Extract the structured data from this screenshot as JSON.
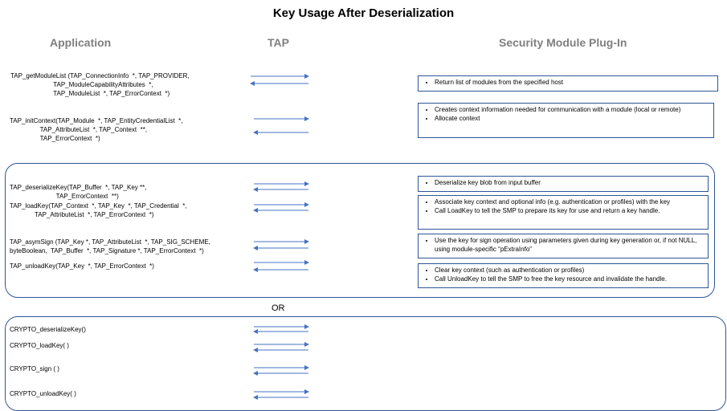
{
  "title": "Key Usage After Deserialization",
  "columns": {
    "application": "Application",
    "tap": "TAP",
    "smp": "Security Module Plug-In"
  },
  "calls": [
    "TAP_getModuleList (TAP_ConnectionInfo  *, TAP_PROVIDER,\n                        TAP_ModuleCapabilityAttributes  *,\n                        TAP_ModuleList  *, TAP_ErrorContext  *)",
    "TAP_initContext(TAP_Module  *, TAP_EntityCredentialList  *,\n                 TAP_AttributeList  *, TAP_Context  **,\n                 TAP_ErrorContext  *)",
    "TAP_deserializeKey(TAP_Buffer  *, TAP_Key **,\n                          TAP_ErrorContext  **)",
    "TAP_loadKey(TAP_Context  *, TAP_Key  *, TAP_Credential  *,\n              TAP_AttributeList  *, TAP_ErrorContext  *)",
    "TAP_asymSign (TAP_Key *, TAP_AttributeList  *, TAP_SIG_SCHEME,\nbyteBoolean,  TAP_Buffer  *, TAP_Signature *, TAP_ErrorContext  *)",
    "TAP_unloadKey(TAP_Key  *, TAP_ErrorContext  *)"
  ],
  "smp_notes": [
    [
      "Return  list of  modules from the specified host"
    ],
    [
      "Creates context information  needed for communication with a module (local or remote)",
      "Allocate context"
    ],
    [
      "Deserialize key blob from input buffer"
    ],
    [
      "Associate key context and optional info  (e.g.  authentication  or profiles)  with  the key",
      "Call LoadKey to tell the SMP to prepare its key for use and return a key handle."
    ],
    [
      "Use the key for sign operation using parameters given during  key generation or, if not NULL, using module-specific  “pExtraInfo”"
    ],
    [
      "Clear key context  (such as authentication  or profiles)",
      "Call UnloadKey to tell the SMP to free the key resource and invalidate the handle."
    ]
  ],
  "or_label": "OR",
  "crypto_calls": [
    "CRYPTO_deserializeKey()",
    "CRYPTO_loadKey( )",
    "CRYPTO_sign ( )",
    "CRYPTO_unloadKey( )"
  ],
  "colors": {
    "arrow": "#4472c4",
    "border": "#2f5597",
    "header": "#7f7f7f"
  }
}
